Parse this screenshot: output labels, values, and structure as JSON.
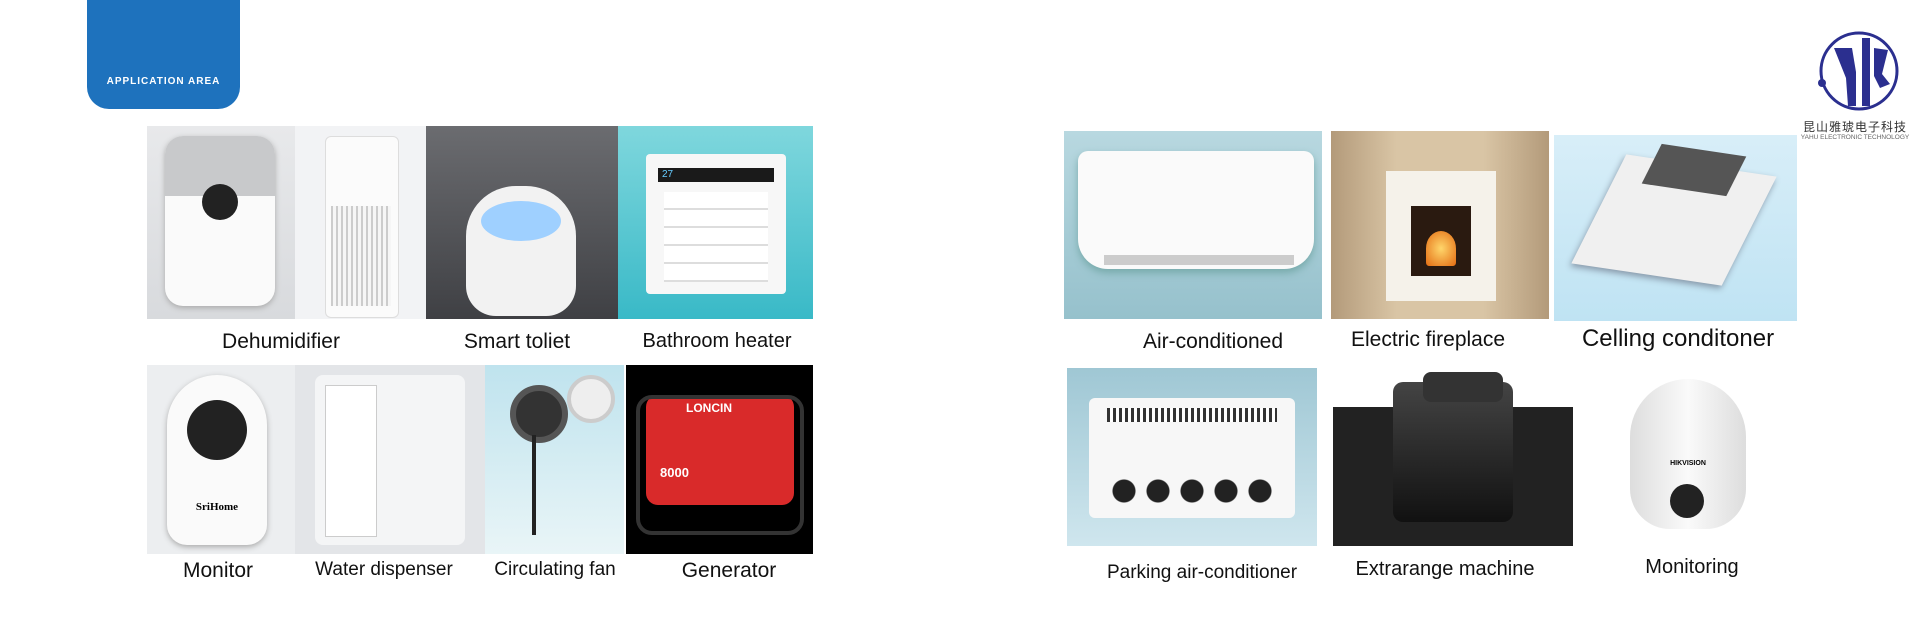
{
  "header": {
    "tab_label": "APPLICATION AREA"
  },
  "logo": {
    "chinese_name": "昆山雅琥电子科技",
    "english_name": "YAHU ELECTRONIC TECHNOLOGY",
    "color": "#2b2f8f"
  },
  "accent_color": "#1e72bd",
  "left_panel": {
    "labels": [
      "Dehumidifier",
      "Smart toliet",
      "Bathroom heater",
      "Monitor",
      "Water dispenser",
      "Circulating fan",
      "Generator"
    ]
  },
  "right_panel": {
    "labels": [
      "Air-conditioned",
      "Electric fireplace",
      "Celling conditoner",
      "Parking air-conditioner",
      "Extrarange machine",
      "Monitoring"
    ]
  },
  "product_text": {
    "heater_display": "27",
    "generator_brand": "LONCIN",
    "generator_model": "8000",
    "camera_brand": "HIKVISION",
    "monitor_brand": "SriHome"
  }
}
